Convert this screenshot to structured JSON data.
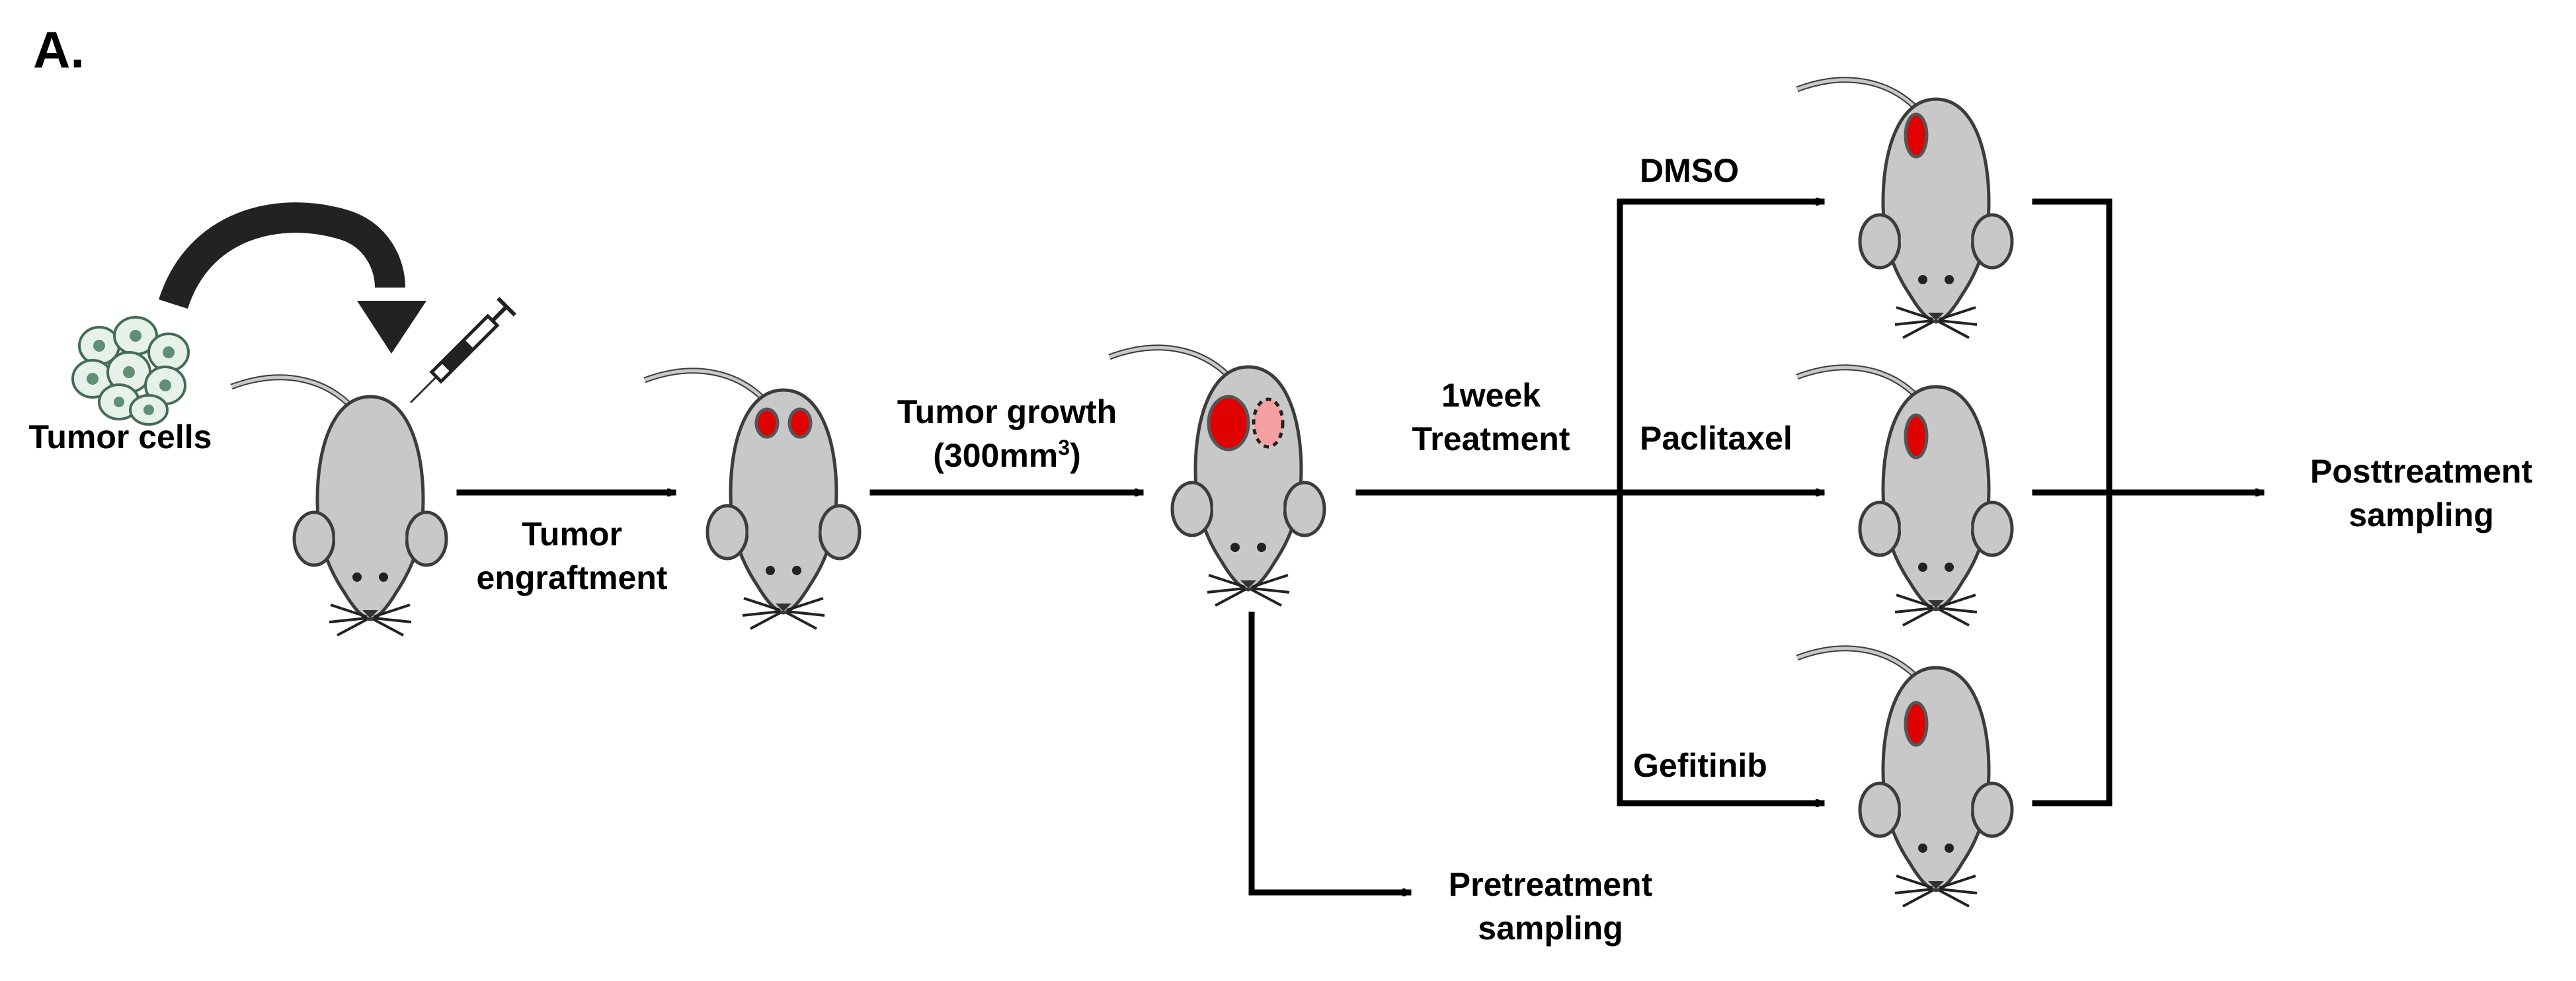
{
  "figure": {
    "panel_label": "A.",
    "colors": {
      "mouse_body": "#c8c8c8",
      "mouse_outline": "#3c3c3c",
      "tumor": "#e00000",
      "tumor_resected": "#f4a0a0",
      "arrow": "#000000",
      "curved_arrow": "#222222"
    }
  },
  "steps": {
    "tumor_cells": "Tumor cells",
    "engraftment_line1": "Tumor",
    "engraftment_line2": "engraftment",
    "growth_line1": "Tumor growth",
    "growth_line2_prefix": "(300mm",
    "growth_line2_sup": "3",
    "growth_line2_suffix": ")",
    "treatment_line1": "1week",
    "treatment_line2": "Treatment",
    "pretreatment_line1": "Pretreatment",
    "pretreatment_line2": "sampling",
    "posttreatment_line1": "Posttreatment",
    "posttreatment_line2": "sampling"
  },
  "treatments": [
    {
      "label": "DMSO"
    },
    {
      "label": "Paclitaxel"
    },
    {
      "label": "Gefitinib"
    }
  ],
  "icons": {
    "cells": "tumor-cells-icon",
    "syringe": "syringe-icon",
    "curved_arrow": "curved-arrow-icon",
    "mouse": "mouse-icon"
  }
}
